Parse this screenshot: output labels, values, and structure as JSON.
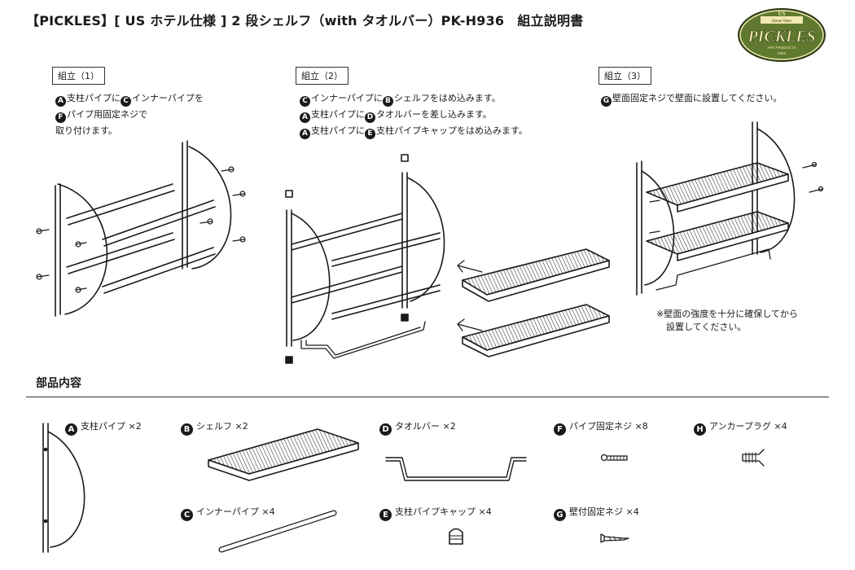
{
  "header": {
    "title": "【PICKLES】[ US ホテル仕様 ] 2 段シェルフ（with タオルバー）PK-H936　組立説明書"
  },
  "logo": {
    "top_text": "US",
    "small_text": "Home Ware",
    "brand": "PICKLES",
    "bottom_text": "ART PRODUCTS",
    "year": "2001",
    "colors": {
      "fill": "#5f7a2e",
      "text": "#f3e9b2",
      "outline": "#2b3a12"
    }
  },
  "steps": [
    {
      "label": "組立（1）",
      "lines": [
        [
          {
            "badge": "A"
          },
          {
            "text": "支柱パイプに"
          },
          {
            "badge": "C"
          },
          {
            "text": "インナーパイプを"
          }
        ],
        [
          {
            "badge": "F"
          },
          {
            "text": "パイプ用固定ネジで"
          }
        ],
        [
          {
            "text": "取り付けます。"
          }
        ]
      ]
    },
    {
      "label": "組立（2）",
      "lines": [
        [
          {
            "badge": "C"
          },
          {
            "text": "インナーパイプに"
          },
          {
            "badge": "B"
          },
          {
            "text": "シェルフをはめ込みます。"
          }
        ],
        [
          {
            "badge": "A"
          },
          {
            "text": "支柱パイプに"
          },
          {
            "badge": "D"
          },
          {
            "text": "タオルバーを差し込みます。"
          }
        ],
        [
          {
            "badge": "A"
          },
          {
            "text": "支柱パイプに"
          },
          {
            "badge": "E"
          },
          {
            "text": "支柱パイプキャップをはめ込みます。"
          }
        ]
      ]
    },
    {
      "label": "組立（3）",
      "lines": [
        [
          {
            "badge": "G"
          },
          {
            "text": "壁面固定ネジで壁面に設置してください。"
          }
        ]
      ]
    }
  ],
  "note": {
    "line1": "※壁面の強度を十分に確保してから",
    "line2": "設置してください。"
  },
  "parts_heading": "部品内容",
  "parts": [
    {
      "badge": "A",
      "name": "支柱パイプ ×2",
      "icon": "pole-icon"
    },
    {
      "badge": "B",
      "name": "シェルフ ×2",
      "icon": "shelf-icon"
    },
    {
      "badge": "C",
      "name": "インナーパイプ ×4",
      "icon": "inner-pipe-icon"
    },
    {
      "badge": "D",
      "name": "タオルバー ×2",
      "icon": "towel-bar-icon"
    },
    {
      "badge": "E",
      "name": "支柱パイプキャップ ×4",
      "icon": "pipe-cap-icon"
    },
    {
      "badge": "F",
      "name": "パイプ固定ネジ ×8",
      "icon": "pipe-screw-icon"
    },
    {
      "badge": "G",
      "name": "壁付固定ネジ ×4",
      "icon": "wall-screw-icon"
    },
    {
      "badge": "H",
      "name": "アンカープラグ ×4",
      "icon": "anchor-plug-icon"
    }
  ]
}
